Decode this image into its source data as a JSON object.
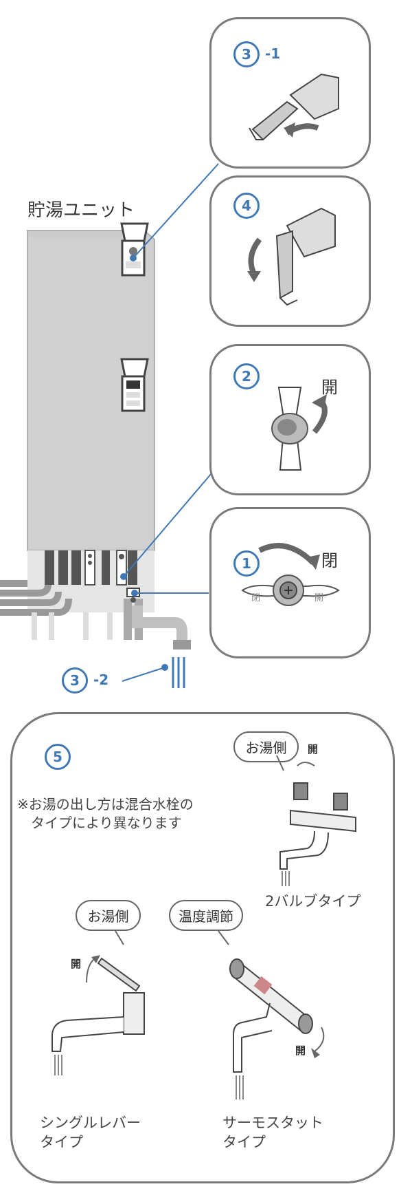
{
  "unit_title": "貯湯ユニット",
  "steps": {
    "s3_1": {
      "num": "3",
      "suffix": "-1"
    },
    "s4": {
      "num": "4"
    },
    "s2": {
      "num": "2",
      "action": "開"
    },
    "s1": {
      "num": "1",
      "action": "閉",
      "valve_left": "閉",
      "valve_right": "開"
    },
    "s3_2": {
      "num": "3",
      "suffix": "-2"
    },
    "s5": {
      "num": "5"
    }
  },
  "note": "※お湯の出し方は混合水栓の\n　タイプにより異なります",
  "faucets": {
    "two_valve": {
      "bubble": "お湯側",
      "open": "開",
      "caption": "2バルブタイプ"
    },
    "single_lever": {
      "bubble": "お湯側",
      "open": "開",
      "caption": "シングルレバー\nタイプ"
    },
    "thermostat": {
      "bubble": "温度調節",
      "open": "開",
      "caption": "サーモスタット\nタイプ"
    }
  },
  "colors": {
    "accent": "#3f78b5",
    "unit_gray": "#cfcfcf",
    "panel_border": "#7a7a7a"
  }
}
